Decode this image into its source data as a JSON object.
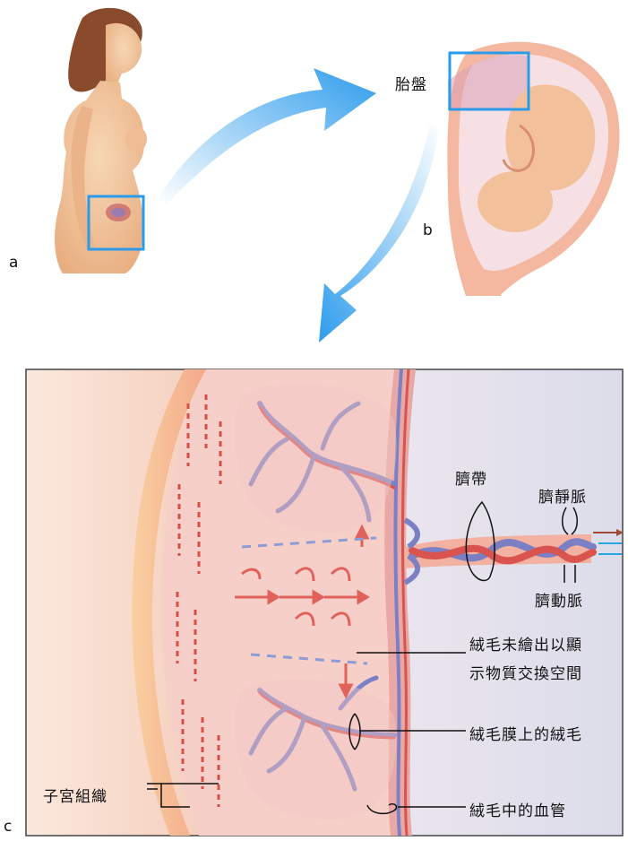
{
  "panels": {
    "a": "a",
    "b": "b",
    "c": "c"
  },
  "labels": {
    "placenta": "胎盤",
    "umbilical_cord": "臍帶",
    "umbilical_vein": "臍靜脈",
    "umbilical_artery": "臍動脈",
    "intervillous_space_line1": "絨毛未繪出以顯",
    "intervillous_space_line2": "示物質交換空間",
    "villi_on_membrane": "絨毛膜上的絨毛",
    "uterine_tissue": "子宮組織",
    "villus_vessels": "絨毛中的血管"
  },
  "colors": {
    "highlight_box": "#2a9bea",
    "arrow_blue": "#3aa4ee",
    "tissue_pink": "#f2b3a8",
    "vessel_red": "#d9534f",
    "vessel_blue": "#7b7fc4",
    "skin": "#f3c9a3",
    "panel_bg": "#e6e6f2"
  }
}
